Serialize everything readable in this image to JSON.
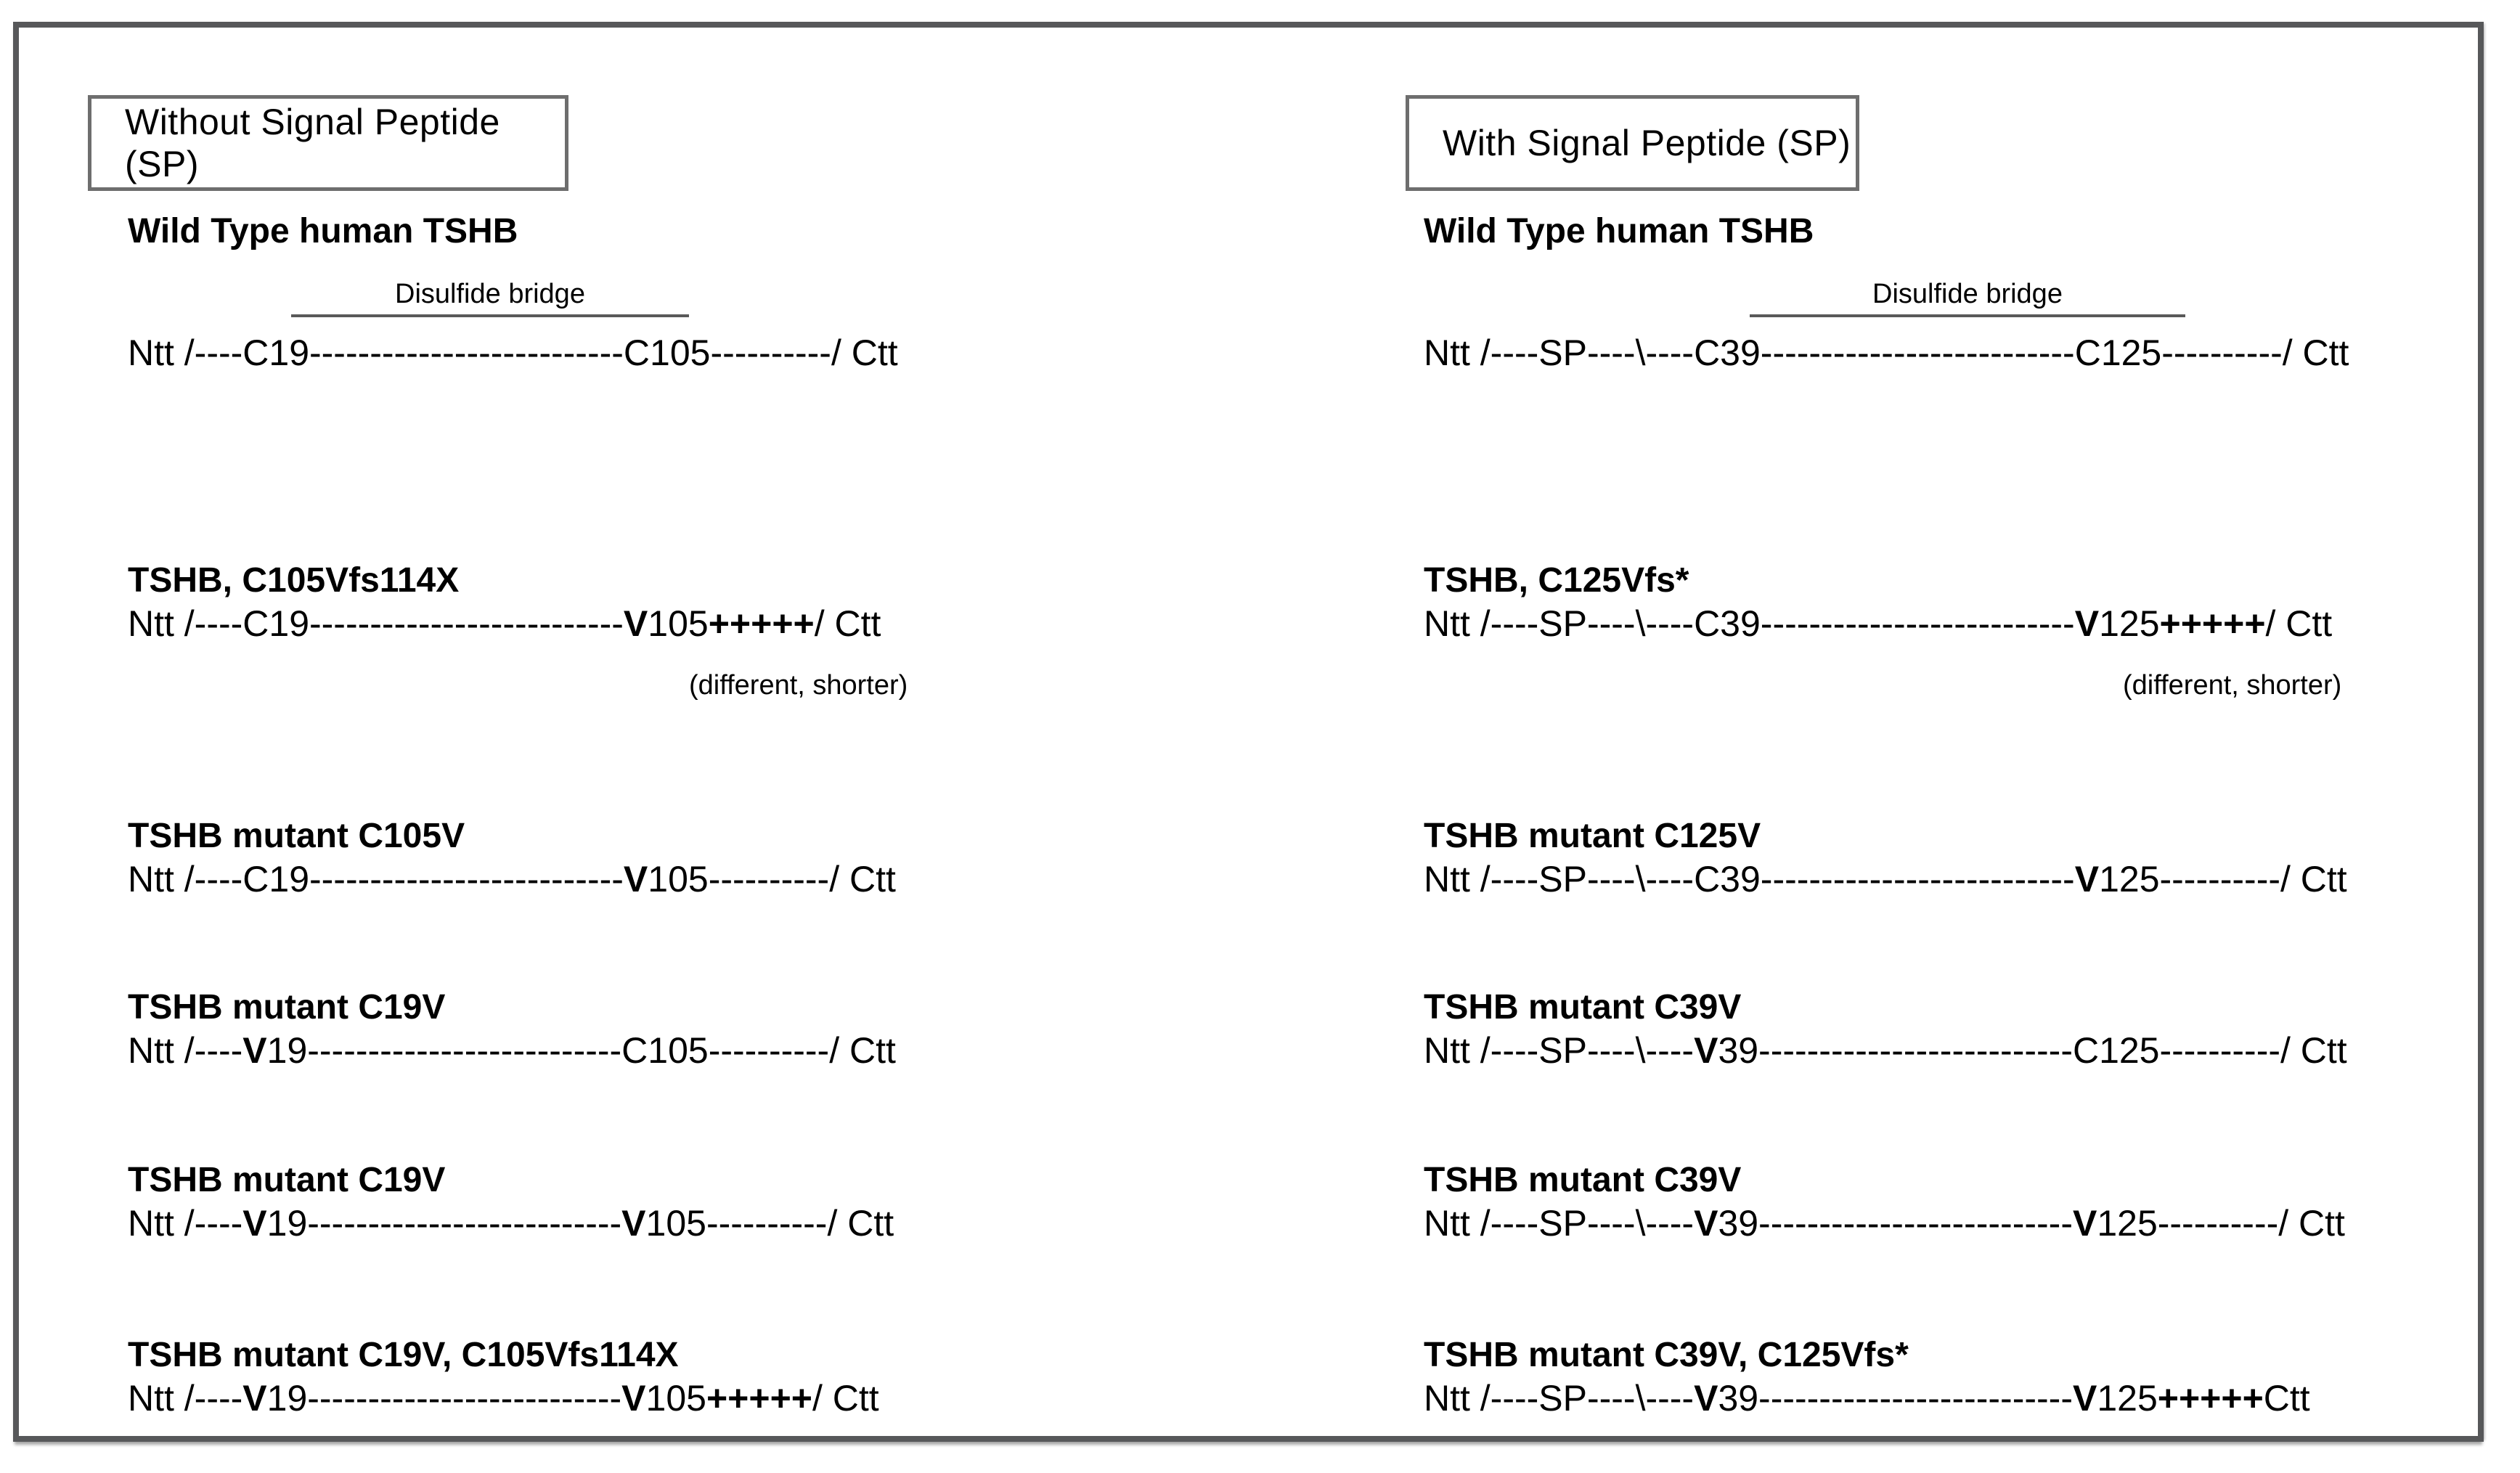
{
  "colors": {
    "frame_border": "#57585a",
    "box_border": "#6e6e6e",
    "bridge_line": "#595959",
    "text": "#000000"
  },
  "panel": {
    "columns": [
      {
        "id": "without-sp",
        "box_label": "Without Signal Peptide (SP)",
        "wild_type": {
          "title": "Wild Type human TSHB",
          "bridge_label": "Disulfide bridge",
          "sequence": [
            {
              "t": "Ntt /----C19--------------------------C105----------/ Ctt"
            }
          ]
        },
        "sections": [
          {
            "title": "TSHB, C105Vfs114X",
            "sequence": [
              {
                "t": "Ntt /----C19--------------------------"
              },
              {
                "t": "V",
                "b": true
              },
              {
                "t": "105"
              },
              {
                "t": "+++++",
                "b": true
              },
              {
                "t": "/ Ctt"
              }
            ],
            "note": "(different, shorter)"
          },
          {
            "title": "TSHB mutant C105V",
            "sequence": [
              {
                "t": "Ntt /----C19--------------------------"
              },
              {
                "t": "V",
                "b": true
              },
              {
                "t": "105----------/ Ctt"
              }
            ]
          },
          {
            "title": "TSHB mutant C19V",
            "sequence": [
              {
                "t": "Ntt /----"
              },
              {
                "t": "V",
                "b": true
              },
              {
                "t": "19--------------------------C105----------/ Ctt"
              }
            ]
          },
          {
            "title": "TSHB mutant C19V",
            "sequence": [
              {
                "t": "Ntt /----"
              },
              {
                "t": "V",
                "b": true
              },
              {
                "t": "19--------------------------"
              },
              {
                "t": "V",
                "b": true
              },
              {
                "t": "105----------/ Ctt"
              }
            ]
          },
          {
            "title": "TSHB mutant C19V, C105Vfs114X",
            "sequence": [
              {
                "t": "Ntt /----"
              },
              {
                "t": "V",
                "b": true
              },
              {
                "t": "19--------------------------"
              },
              {
                "t": "V",
                "b": true
              },
              {
                "t": "105"
              },
              {
                "t": "+++++",
                "b": true
              },
              {
                "t": "/ Ctt"
              }
            ]
          }
        ]
      },
      {
        "id": "with-sp",
        "box_label": "With Signal Peptide (SP)",
        "wild_type": {
          "title": "Wild Type human TSHB",
          "bridge_label": "Disulfide bridge",
          "sequence": [
            {
              "t": "Ntt /----SP----\\----C39--------------------------C125----------/ Ctt"
            }
          ]
        },
        "sections": [
          {
            "title": "TSHB, C125Vfs*",
            "sequence": [
              {
                "t": "Ntt /----SP----\\----C39--------------------------"
              },
              {
                "t": "V",
                "b": true
              },
              {
                "t": "125"
              },
              {
                "t": "+++++",
                "b": true
              },
              {
                "t": "/ Ctt"
              }
            ],
            "note": "(different, shorter)"
          },
          {
            "title": "TSHB mutant C125V",
            "sequence": [
              {
                "t": "Ntt /----SP----\\----C39--------------------------"
              },
              {
                "t": "V",
                "b": true
              },
              {
                "t": "125----------/ Ctt"
              }
            ]
          },
          {
            "title": "TSHB mutant C39V",
            "sequence": [
              {
                "t": "Ntt /----SP----\\----"
              },
              {
                "t": "V",
                "b": true
              },
              {
                "t": "39--------------------------C125----------/ Ctt"
              }
            ]
          },
          {
            "title": "TSHB mutant C39V",
            "sequence": [
              {
                "t": "Ntt /----SP----\\----"
              },
              {
                "t": "V",
                "b": true
              },
              {
                "t": "39--------------------------"
              },
              {
                "t": "V",
                "b": true
              },
              {
                "t": "125----------/ Ctt"
              }
            ]
          },
          {
            "title": "TSHB mutant C39V, C125Vfs*",
            "sequence": [
              {
                "t": "Ntt /----SP----\\----"
              },
              {
                "t": "V",
                "b": true
              },
              {
                "t": "39--------------------------"
              },
              {
                "t": "V",
                "b": true
              },
              {
                "t": "125"
              },
              {
                "t": "+++++",
                "b": true
              },
              {
                "t": "Ctt"
              }
            ]
          }
        ]
      }
    ]
  }
}
